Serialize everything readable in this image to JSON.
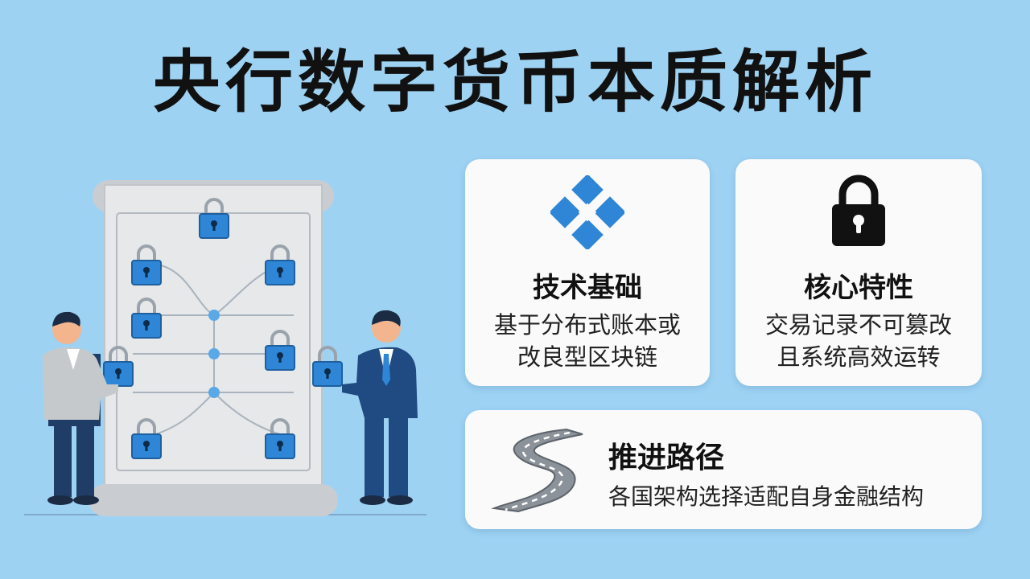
{
  "title": "央行数字货币本质解析",
  "cards": {
    "tech": {
      "icon": "diamond-blocks-icon",
      "title": "技术基础",
      "desc_line1": "基于分布式账本或",
      "desc_line2": "改良型区块链"
    },
    "core": {
      "icon": "padlock-icon",
      "title": "核心特性",
      "desc_line1": "交易记录不可篡改",
      "desc_line2": "且系统高效运转"
    },
    "path": {
      "icon": "winding-road-icon",
      "title": "推进路径",
      "desc": "各国架构选择适配自身金融结构"
    }
  },
  "colors": {
    "background": "#9ed2f3",
    "accent_blue": "#2f86d6",
    "card": "#fafafa",
    "text": "#111111"
  }
}
